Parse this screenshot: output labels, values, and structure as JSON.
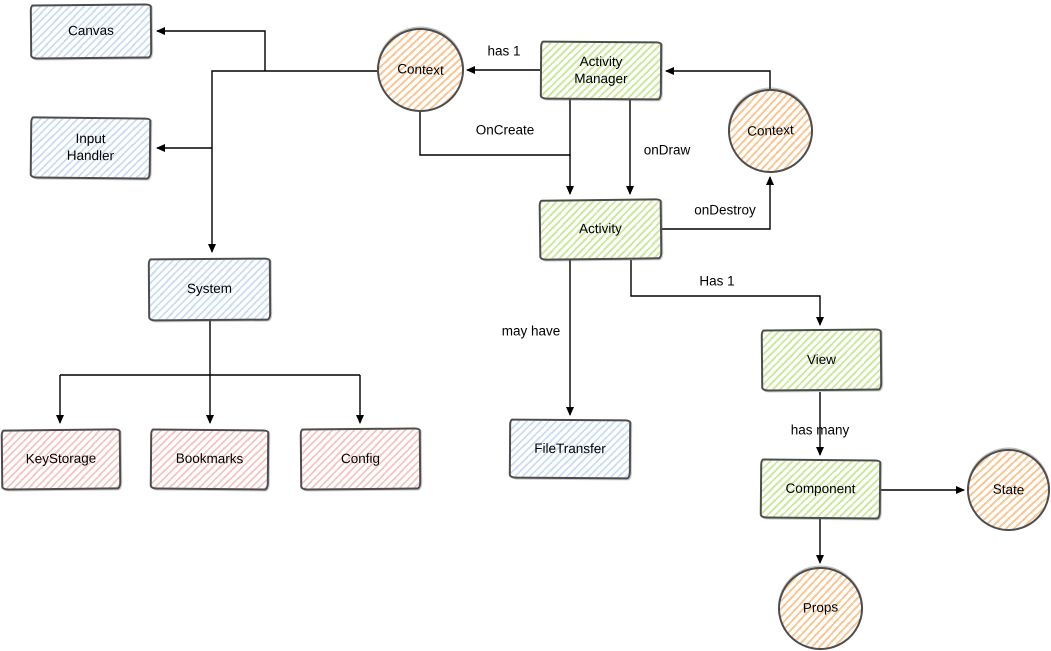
{
  "diagram": {
    "type": "flow-diagram-sketch",
    "background": "#ffffff",
    "palette": {
      "stroke": "#4d4d4d",
      "connector": "#000000",
      "blue_fill": "#cbddf3",
      "green_fill": "#d0e7a0",
      "pink_fill": "#f6c5c1",
      "orange_fill": "#f8c795"
    },
    "nodes": {
      "canvas": {
        "label": "Canvas",
        "shape": "rectangle",
        "color": "blue"
      },
      "input_handler": {
        "label": "Input Handler",
        "shape": "rectangle",
        "color": "blue"
      },
      "system": {
        "label": "System",
        "shape": "rectangle",
        "color": "blue"
      },
      "key_storage": {
        "label": "KeyStorage",
        "shape": "rectangle",
        "color": "pink"
      },
      "bookmarks": {
        "label": "Bookmarks",
        "shape": "rectangle",
        "color": "pink"
      },
      "config": {
        "label": "Config",
        "shape": "rectangle",
        "color": "pink"
      },
      "context_top": {
        "label": "Context",
        "shape": "circle",
        "color": "orange"
      },
      "activity_manager": {
        "label": "Activity Manager",
        "shape": "rectangle",
        "color": "green"
      },
      "context_right": {
        "label": "Context",
        "shape": "circle",
        "color": "orange"
      },
      "activity": {
        "label": "Activity",
        "shape": "rectangle",
        "color": "green"
      },
      "file_transfer": {
        "label": "FileTransfer",
        "shape": "rectangle",
        "color": "blue"
      },
      "view": {
        "label": "View",
        "shape": "rectangle",
        "color": "green"
      },
      "component": {
        "label": "Component",
        "shape": "rectangle",
        "color": "green"
      },
      "state": {
        "label": "State",
        "shape": "circle",
        "color": "orange"
      },
      "props": {
        "label": "Props",
        "shape": "circle",
        "color": "orange"
      }
    },
    "edge_labels": {
      "has_1": "has 1",
      "on_create": "OnCreate",
      "on_draw": "onDraw",
      "on_destroy": "onDestroy",
      "may_have": "may have",
      "has_1_view": "Has 1",
      "has_many": "has many"
    },
    "edges": [
      {
        "from": "activity_manager",
        "to": "context_top",
        "label": "has 1"
      },
      {
        "from": "context_right",
        "to": "activity_manager",
        "label": ""
      },
      {
        "from": "context_top",
        "to": "activity",
        "label": "OnCreate"
      },
      {
        "from": "activity_manager",
        "to": "activity",
        "label": "onDraw"
      },
      {
        "from": "activity",
        "to": "context_right",
        "label": "onDestroy"
      },
      {
        "from": "activity",
        "to": "file_transfer",
        "label": "may have"
      },
      {
        "from": "activity",
        "to": "view",
        "label": "Has 1"
      },
      {
        "from": "view",
        "to": "component",
        "label": "has many"
      },
      {
        "from": "component",
        "to": "state",
        "label": ""
      },
      {
        "from": "component",
        "to": "props",
        "label": ""
      },
      {
        "from": "context_top",
        "to": "canvas",
        "label": ""
      },
      {
        "from": "context_top",
        "to": "input_handler",
        "label": ""
      },
      {
        "from": "context_top",
        "to": "system",
        "label": ""
      },
      {
        "from": "system",
        "to": "key_storage",
        "label": ""
      },
      {
        "from": "system",
        "to": "bookmarks",
        "label": ""
      },
      {
        "from": "system",
        "to": "config",
        "label": ""
      }
    ]
  }
}
